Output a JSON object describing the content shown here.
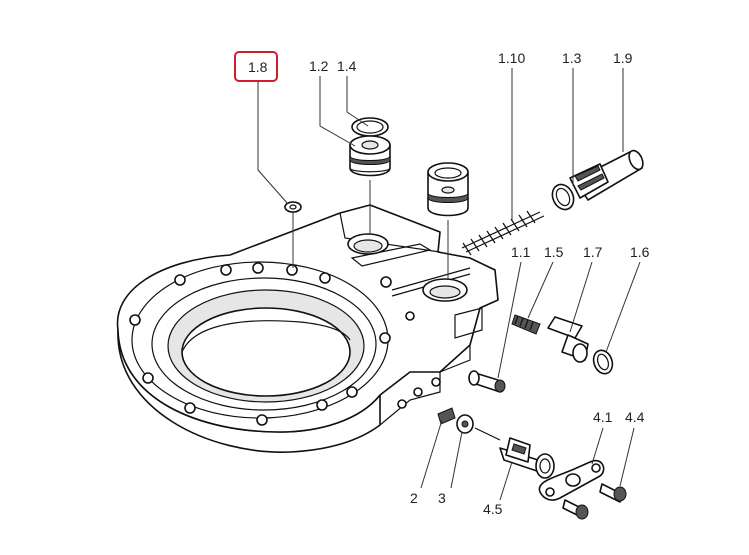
{
  "diagram": {
    "highlight_color": "#cc1f2e",
    "callouts": {
      "p1_8": "1.8",
      "p1_2": "1.2",
      "p1_4": "1.4",
      "p1_10": "1.10",
      "p1_3": "1.3",
      "p1_9": "1.9",
      "p1_1": "1.1",
      "p1_5": "1.5",
      "p1_7": "1.7",
      "p1_6": "1.6",
      "p4_1": "4.1",
      "p4_4": "4.4",
      "p2": "2",
      "p3": "3",
      "p4_5": "4.5"
    },
    "highlighted_callout": "1.8"
  }
}
